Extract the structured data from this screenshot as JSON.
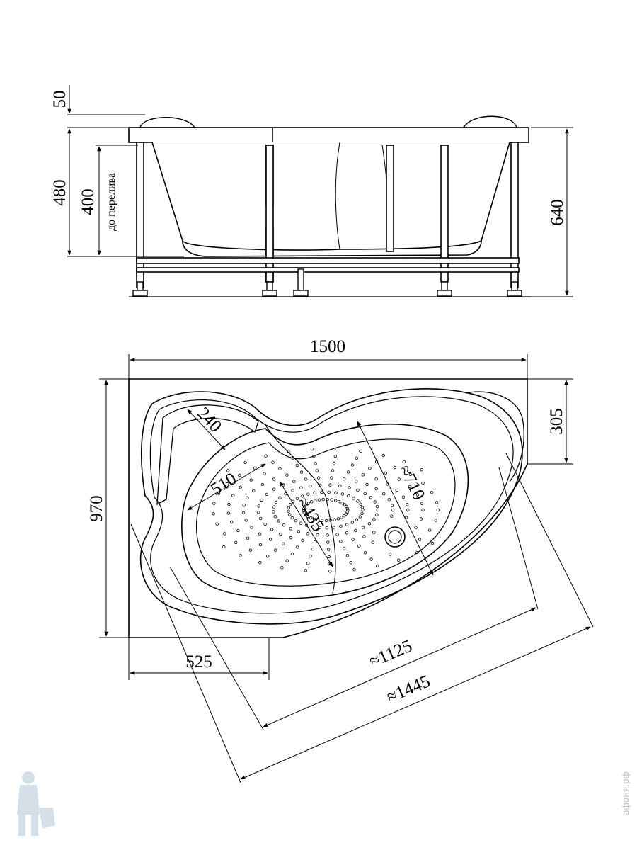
{
  "side_view": {
    "dim_rim": "50",
    "dim_height": "480",
    "dim_overflow": "400",
    "overflow_label": "до перелива",
    "dim_total": "640"
  },
  "top_view": {
    "dim_width": "1500",
    "dim_depth": "970",
    "dim_right_edge": "305",
    "dim_left_bottom": "525",
    "dim_headrest": "240",
    "dim_inner_width": "510",
    "dim_inner_mid": "≈435",
    "dim_inner_length": "≈710",
    "dim_diag_inner": "≈1125",
    "dim_diag_outer": "≈1445"
  },
  "watermark": {
    "site": "афоня.рф"
  }
}
